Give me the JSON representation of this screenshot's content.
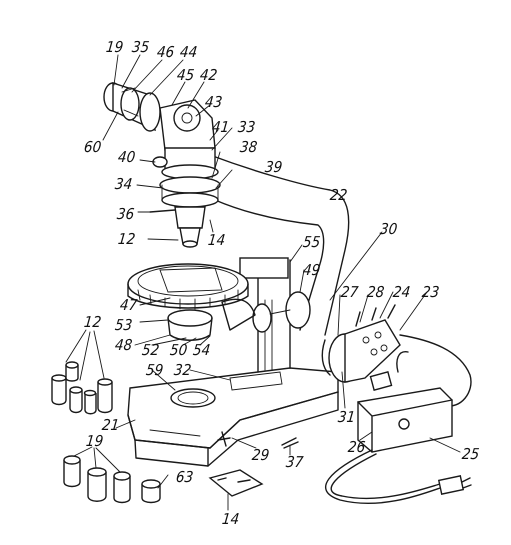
{
  "labels": {
    "l19a": "19",
    "l35": "35",
    "l46": "46",
    "l44": "44",
    "l45": "45",
    "l42": "42",
    "l43": "43",
    "l41": "41",
    "l33": "33",
    "l60": "60",
    "l40": "40",
    "l38": "38",
    "l39": "39",
    "l34": "34",
    "l22": "22",
    "l36": "36",
    "l12a": "12",
    "l14a": "14",
    "l55": "55",
    "l30": "30",
    "l49": "49",
    "l47": "47",
    "l27": "27",
    "l28": "28",
    "l24": "24",
    "l23": "23",
    "l12b": "12",
    "l53": "53",
    "l48": "48",
    "l52": "52",
    "l50": "50",
    "l54": "54",
    "l59": "59",
    "l32": "32",
    "l31": "31",
    "l21": "21",
    "l26": "26",
    "l25": "25",
    "l29": "29",
    "l37": "37",
    "l19b": "19",
    "l63": "63",
    "l14b": "14"
  }
}
